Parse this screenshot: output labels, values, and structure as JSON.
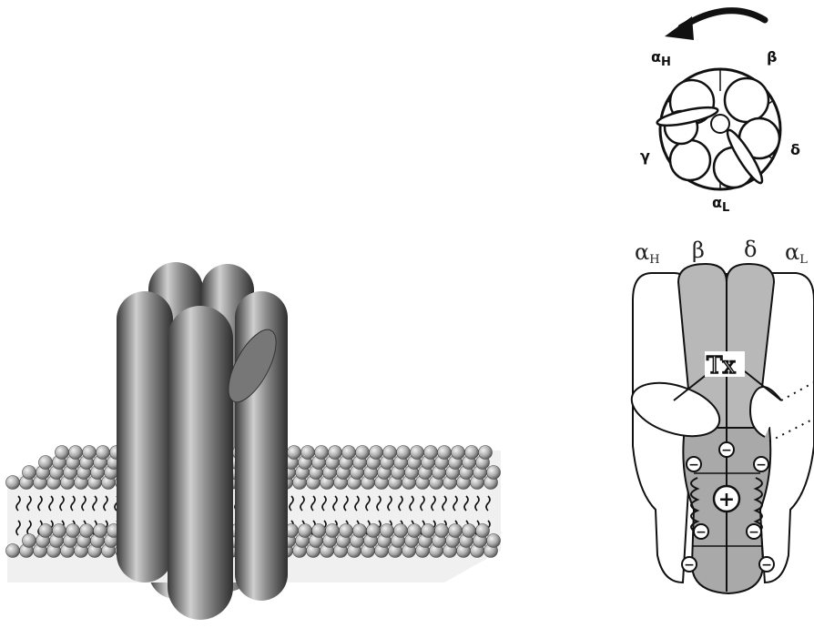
{
  "top_view": {
    "labels": {
      "alpha_h": "α",
      "alpha_h_sub": "H",
      "beta": "β",
      "gamma": "γ",
      "delta": "δ",
      "alpha_l": "α",
      "alpha_l_sub": "L"
    }
  },
  "side_view": {
    "labels": {
      "alpha_h": "α",
      "alpha_h_sub": "H",
      "beta": "β",
      "delta": "δ",
      "alpha_l": "α",
      "alpha_l_sub": "L"
    },
    "toxin_label": "Tx",
    "plus_sign": "+",
    "minus_sign": "−"
  },
  "colors": {
    "helix_gray": "#8c8c8c",
    "subunit_shade": "#b8b8b8",
    "lipid_head": "#bdbdbd",
    "outline": "#111111"
  }
}
